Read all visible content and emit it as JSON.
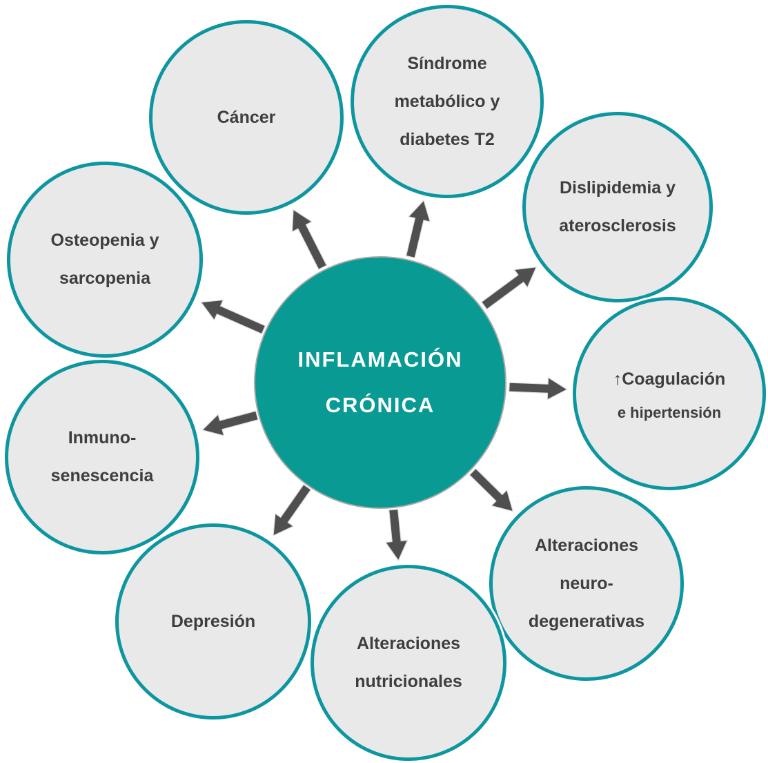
{
  "colors": {
    "center_fill": "#089a93",
    "center_border": "#a9a9a9",
    "ring": "#0d96a0",
    "node_fill": "#e9e9e9",
    "node_text": "#3e3e3e",
    "arrow": "#4f4f4f",
    "center_text": "#ffffff",
    "background": "#ffffff"
  },
  "diagram": {
    "type": "hub-and-spoke",
    "center": {
      "lines": [
        "INFLAMACIÓN",
        "CRÓNICA"
      ]
    },
    "nodes": [
      {
        "id": "cancer",
        "lines": [
          "Cáncer"
        ]
      },
      {
        "id": "sindrome-metabolico",
        "lines": [
          "Síndrome",
          "metabólico y",
          "diabetes T2"
        ]
      },
      {
        "id": "dislipidemia",
        "lines": [
          "Dislipidemia y",
          "aterosclerosis"
        ]
      },
      {
        "id": "coagulacion",
        "lines": [
          "↑Coagulación",
          "e hipertensión"
        ]
      },
      {
        "id": "neurodegenerativas",
        "lines": [
          "Alteraciones",
          "neuro-",
          "degenerativas"
        ]
      },
      {
        "id": "nutricionales",
        "lines": [
          "Alteraciones",
          "nutricionales"
        ]
      },
      {
        "id": "depresion",
        "lines": [
          "Depresión"
        ]
      },
      {
        "id": "inmunosenescencia",
        "lines": [
          "Inmuno-",
          "senescencia"
        ]
      },
      {
        "id": "osteopenia",
        "lines": [
          "Osteopenia y",
          "sarcopenia"
        ]
      }
    ]
  }
}
